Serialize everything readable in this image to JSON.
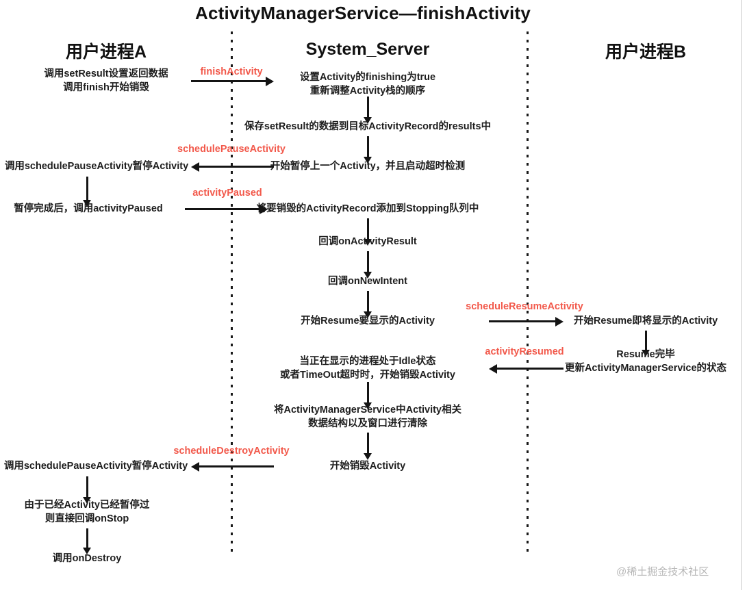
{
  "diagram": {
    "title": "ActivityManagerService—finishActivity",
    "accent_color": "#f2594b",
    "line_color": "#141414",
    "lanes": [
      {
        "name": "lane-user-process-a",
        "label": "用户进程A"
      },
      {
        "name": "lane-system-server",
        "label": "System_Server"
      },
      {
        "name": "lane-user-process-b",
        "label": "用户进程B"
      }
    ],
    "nodes": {
      "a1_l1": "调用setResult设置返回数据",
      "a1_l2": "调用finish开始销毁",
      "a2": "调用schedulePauseActivity暂停Activity",
      "a3": "暂停完成后，调用activityPaused",
      "a4": "调用schedulePauseActivity暂停Activity",
      "a5_l1": "由于已经Activity已经暂停过",
      "a5_l2": "则直接回调onStop",
      "a6": "调用onDestroy",
      "s1_l1": "设置Activity的finishing为true",
      "s1_l2": "重新调整Activity栈的顺序",
      "s2": "保存setResult的数据到目标ActivityRecord的results中",
      "s3": "开始暂停上一个Activity，并且启动超时检测",
      "s4": "将要销毁的ActivityRecord添加到Stopping队列中",
      "s5": "回调onActivityResult",
      "s6": "回调onNewIntent",
      "s7": "开始Resume要显示的Activity",
      "s8_l1": "当正在显示的进程处于Idle状态",
      "s8_l2": "或者TimeOut超时时，开始销毁Activity",
      "s9_l1": "将ActivityManagerService中Activity相关",
      "s9_l2": "数据结构以及窗口进行清除",
      "s10": "开始销毁Activity",
      "b1": "开始Resume即将显示的Activity",
      "b2_l1": "Resume完毕",
      "b2_l2": "更新ActivityManagerService的状态"
    },
    "messages": [
      {
        "name": "message-finish-activity",
        "label": "finishActivity",
        "direction": "right"
      },
      {
        "name": "message-schedule-pause-activity",
        "label": "schedulePauseActivity",
        "direction": "left"
      },
      {
        "name": "message-activity-paused",
        "label": "activityPaused",
        "direction": "right"
      },
      {
        "name": "message-schedule-resume-activity",
        "label": "scheduleResumeActivity",
        "direction": "right"
      },
      {
        "name": "message-activity-resumed",
        "label": "activityResumed",
        "direction": "left"
      },
      {
        "name": "message-schedule-destroy-activity",
        "label": "scheduleDestroyActivity",
        "direction": "left"
      }
    ],
    "watermark": "@稀土掘金技术社区"
  }
}
